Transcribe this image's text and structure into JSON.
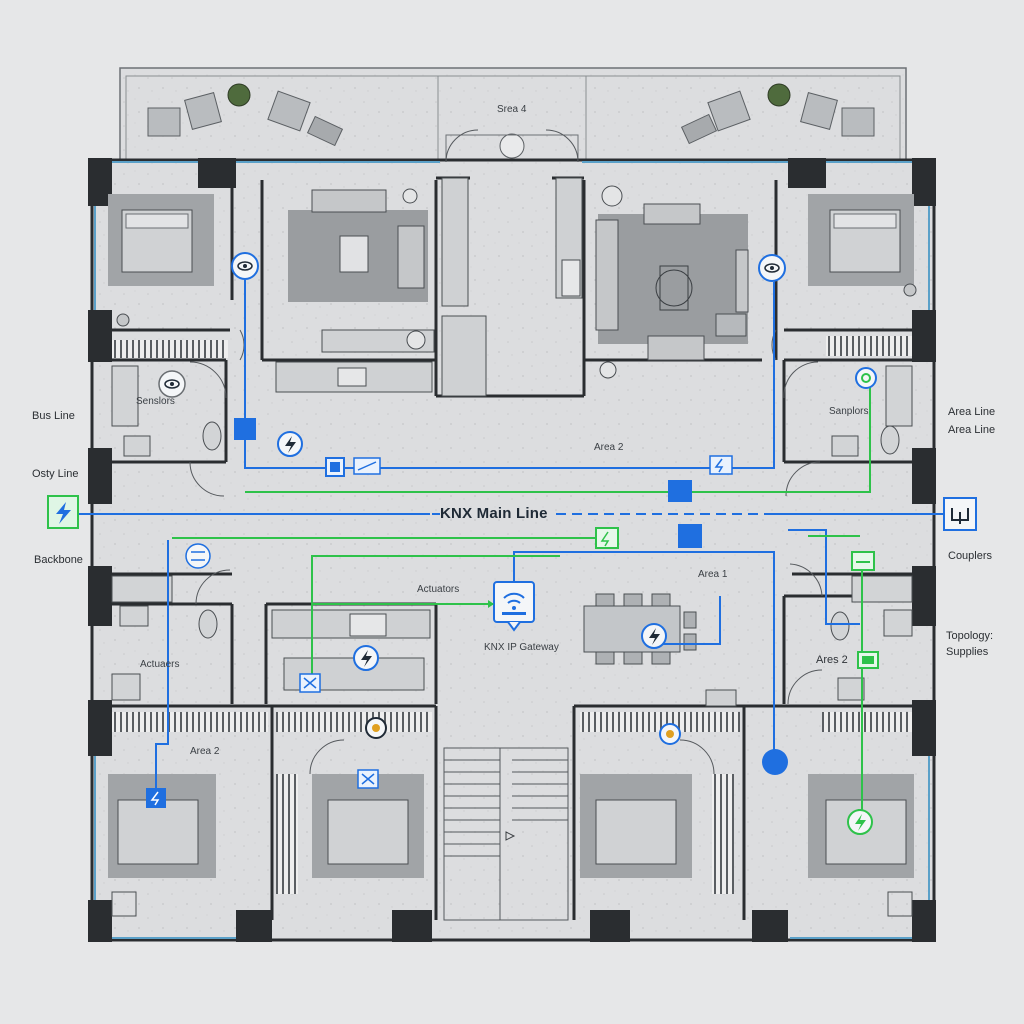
{
  "labels": {
    "area4": "Srea 4",
    "area2_top": "Area 2",
    "area1": "Area 1",
    "area2_lower_left": "Area 2",
    "area2_right": "Ares 2",
    "sensors_left": "Senslors",
    "sensors_right": "Sanplors",
    "actuators_left": "Actuaers",
    "actuators_center": "Actuators",
    "main_line": "KNX Main Line",
    "gateway": "KNX IP Gateway"
  },
  "side_labels": {
    "bus_line": "Bus Line",
    "osty_line": "Osty Line",
    "backbone": "Backbone",
    "area_line_1": "Area Line",
    "area_line_2": "Area Line",
    "couplers": "Couplers",
    "topology": "Topology:",
    "supplies": "Supplies"
  },
  "colors": {
    "blue_line": "#1f6fe0",
    "green_line": "#2ec24a",
    "wall": "#2a2d30",
    "floor": "#d9dadb",
    "furniture": "#9fa3a7",
    "rug": "#8e9296"
  },
  "icons": {
    "sensor": "eye-sensor-icon",
    "actuator": "lightning-actuator-icon",
    "coupler": "coupler-icon",
    "gateway": "wifi-gateway-icon",
    "power": "power-supply-icon"
  }
}
